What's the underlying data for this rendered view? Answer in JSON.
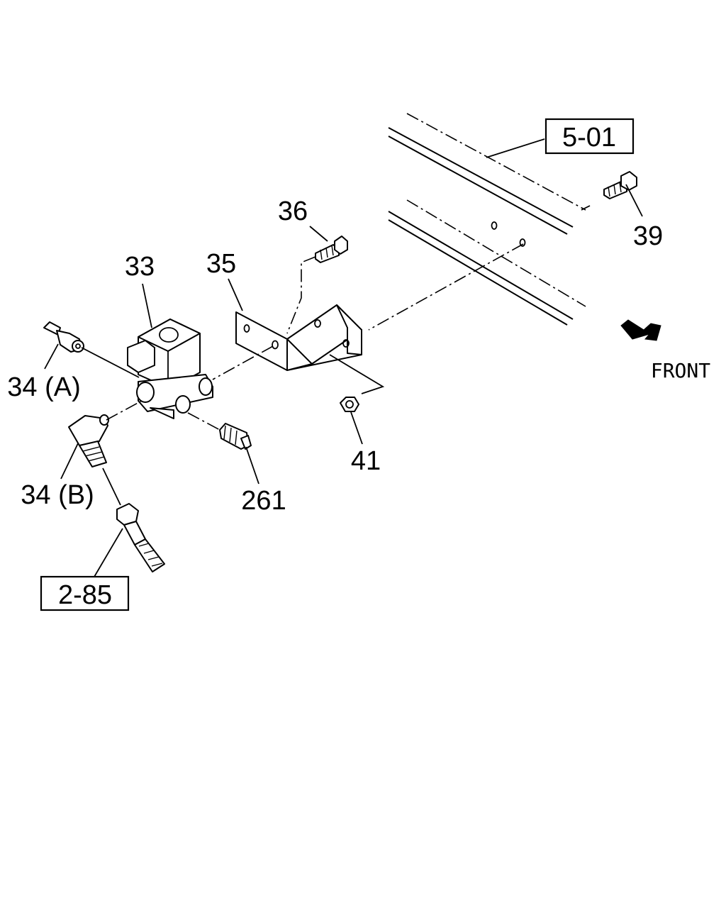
{
  "labels": {
    "ref_frame": "5-01",
    "ref_hose": "2-85",
    "p33": "33",
    "p34a": "34 (A)",
    "p34b": "34 (B)",
    "p35": "35",
    "p36": "36",
    "p39": "39",
    "p41": "41",
    "p261": "261",
    "front": "FRONT"
  }
}
